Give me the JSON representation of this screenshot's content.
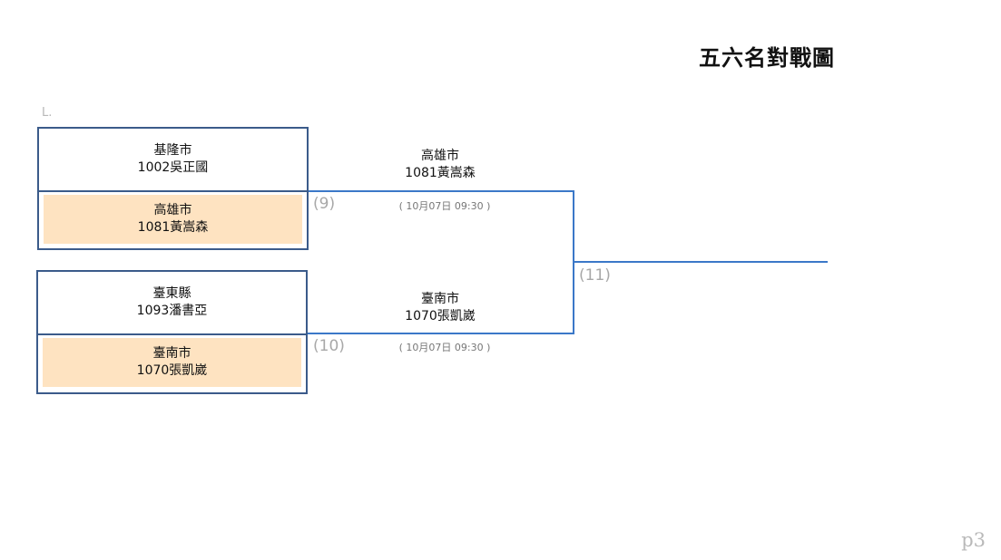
{
  "title": "五六名對戰圖",
  "bracket_label": "L.",
  "page_number": "p3",
  "matches": [
    {
      "number": "(9)",
      "top_team": {
        "county": "基隆市",
        "player": "1002吳正國"
      },
      "bottom_team": {
        "county": "高雄市",
        "player": "1081黃嵩森"
      },
      "winner": {
        "county": "高雄市",
        "player": "1081黃嵩森"
      },
      "time": "( 10月07日 09:30 )"
    },
    {
      "number": "(10)",
      "top_team": {
        "county": "臺東縣",
        "player": "1093潘書亞"
      },
      "bottom_team": {
        "county": "臺南市",
        "player": "1070張凱崴"
      },
      "winner": {
        "county": "臺南市",
        "player": "1070張凱崴"
      },
      "time": "( 10月07日 09:30 )"
    }
  ],
  "final": {
    "number": "(11)"
  },
  "colors": {
    "box_border": "#3b5b8a",
    "line": "#3b78c8",
    "winner_fill": "#fee3c1"
  }
}
